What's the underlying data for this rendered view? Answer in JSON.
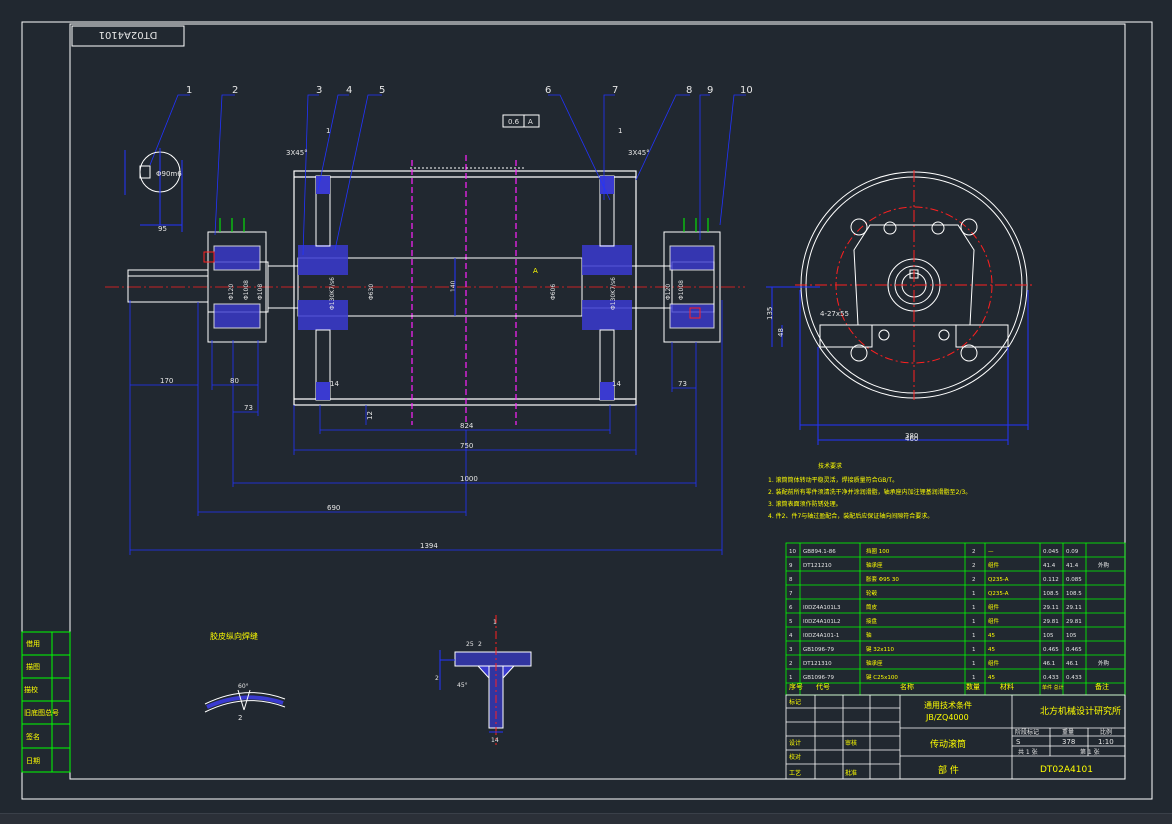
{
  "colors": {
    "background": "#212830",
    "frame": "#ffffff",
    "outline": "#ffffff",
    "dimension": "#2233ff",
    "text": "#e6e6e6",
    "table": "#00ff00",
    "hatch": "#3a3ad0",
    "centerline": "#ff2020",
    "magenta": "#ff22ff",
    "yellow": "#ffff00",
    "cyan": "#00ffff"
  },
  "code_box": "DT02A4101",
  "balloons": [
    "1",
    "2",
    "3",
    "4",
    "5",
    "6",
    "7",
    "8",
    "9",
    "10"
  ],
  "dimensions": {
    "d170": "170",
    "d80": "80",
    "d73a": "73",
    "d73b": "73",
    "d95": "95",
    "d824": "824",
    "d750": "750",
    "d1000": "1000",
    "d690": "690",
    "d1394": "1394",
    "d12": "12",
    "d14a": "14",
    "d14b": "14",
    "d140": "140",
    "d135": "135",
    "d48": "48",
    "d380": "380",
    "d460": "460",
    "d4x27": "4-27x55",
    "chamfer_l": "3X45°",
    "chamfer_r": "3X45°",
    "tol_value": "0.6",
    "tol_datum": "A",
    "datum_a": "A",
    "dia_shaft": "Φ90m6",
    "rough_a": "1",
    "rough_b": "1"
  },
  "notes": {
    "title": "技术要求",
    "items": [
      "1. 滚筒筒体转动平稳灵活，焊接质量符合GB/T。",
      "2. 装配前所有零件须清洗干净并涂润滑脂，轴承座内加注锂基润滑脂至2/3。",
      "3. 滚筒表面须作防锈处理。",
      "4. 件2、件7与轴过盈配合，装配后应保证轴向间隙符合要求。"
    ]
  },
  "detail_labels": {
    "seam": "胶皮纵向焊缝",
    "seam_z": "2",
    "seam_v": "60°",
    "weld_a": "25",
    "weld_b": "2",
    "weld_c": "45°",
    "weld_d": "2",
    "weld_e": "14",
    "weld_top": "1"
  },
  "bom": {
    "rows": [
      {
        "no": "10",
        "code": "GB894.1-86",
        "name": "挡圈 100",
        "qty": "2",
        "material": "—",
        "w1": "0.045",
        "w2": "0.09",
        "note": ""
      },
      {
        "no": "9",
        "code": "DT121210",
        "name": "轴承座",
        "qty": "2",
        "material": "组件",
        "w1": "41.4",
        "w2": "41.4",
        "note": "外购"
      },
      {
        "no": "8",
        "code": "",
        "name": "胀套 Φ95 30",
        "qty": "2",
        "material": "Q235-A",
        "w1": "0.112",
        "w2": "0.085",
        "note": ""
      },
      {
        "no": "7",
        "code": "",
        "name": "轮毂",
        "qty": "1",
        "material": "Q235-A",
        "w1": "108.5",
        "w2": "108.5",
        "note": ""
      },
      {
        "no": "6",
        "code": "I0DZ4A101L3",
        "name": "筒皮",
        "qty": "1",
        "material": "组件",
        "w1": "29.11",
        "w2": "29.11",
        "note": ""
      },
      {
        "no": "5",
        "code": "I0DZ4A101L2",
        "name": "接盘",
        "qty": "1",
        "material": "组件",
        "w1": "29.81",
        "w2": "29.81",
        "note": ""
      },
      {
        "no": "4",
        "code": "I0DZ4A101-1",
        "name": "轴",
        "qty": "1",
        "material": "45",
        "w1": "105",
        "w2": "105",
        "note": ""
      },
      {
        "no": "3",
        "code": "GB1096-79",
        "name": "键 32x110",
        "qty": "1",
        "material": "45",
        "w1": "0.465",
        "w2": "0.465",
        "note": ""
      },
      {
        "no": "2",
        "code": "DT121310",
        "name": "轴承座",
        "qty": "1",
        "material": "组件",
        "w1": "46.1",
        "w2": "46.1",
        "note": "外购"
      },
      {
        "no": "1",
        "code": "GB1096-79",
        "name": "键 C25x100",
        "qty": "1",
        "material": "45",
        "w1": "0.433",
        "w2": "0.433",
        "note": ""
      }
    ],
    "header": {
      "no": "序号",
      "code": "代号",
      "name": "名称",
      "qty": "数量",
      "material": "材料",
      "weight": "单件 总计",
      "note": "备注"
    }
  },
  "title_block": {
    "standard": "通用技术条件",
    "std_code": "JB/ZQ4000",
    "org": "北方机械设计研究所",
    "part_name": "传动滚筒",
    "part_type": "部 件",
    "drawing_no": "DT02A4101",
    "stage": "S",
    "mass": "378",
    "scale": "1:10",
    "sheets": "共 1 张",
    "sheet": "第 1 张",
    "roles": [
      "标记",
      "设计",
      "校对",
      "审核",
      "工艺",
      "批准"
    ],
    "headers": [
      "阶段标记",
      "重量",
      "比例"
    ]
  },
  "left_strip": [
    "借用",
    "描图",
    "描校",
    "旧底图总号",
    "签名",
    "日期"
  ]
}
